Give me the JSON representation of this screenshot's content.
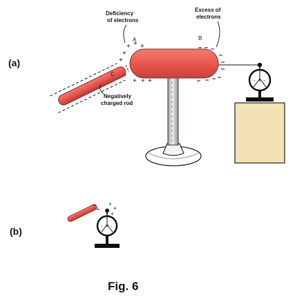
{
  "figure": {
    "part_a_label": "(a)",
    "part_b_label": "(b)",
    "caption": "Fig. 6"
  },
  "labels": {
    "deficiency_line1": "Deficiency",
    "deficiency_line2": "of electrons",
    "excess_line1": "Excess of",
    "excess_line2": "electrons",
    "point_a": "A",
    "point_b": "B",
    "point_c": "C",
    "rod_line1": "Negatively",
    "rod_line2": "charged rod"
  },
  "colors": {
    "conductor_red": "#e8544c",
    "box_fill": "#f3e2b3",
    "ink": "#111111",
    "steel": "#cfd3d6"
  }
}
